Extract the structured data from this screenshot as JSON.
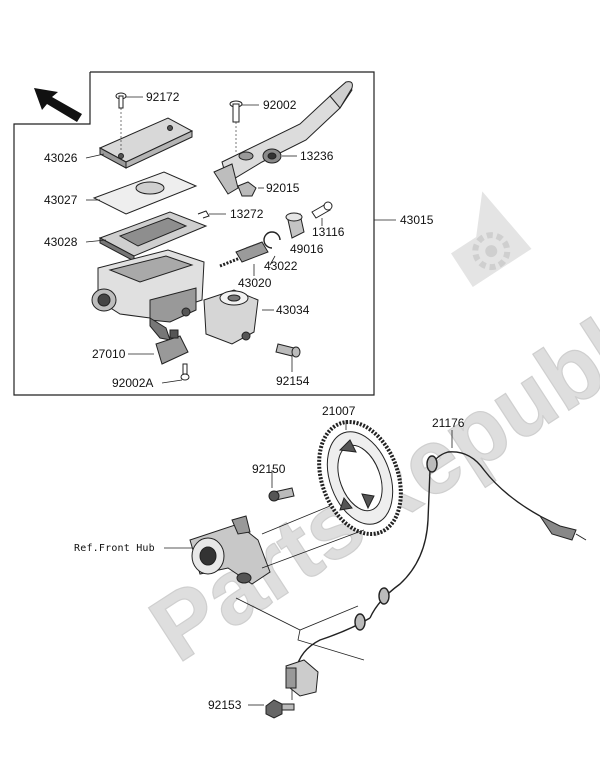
{
  "watermark": {
    "text": "PartsRepublik",
    "color": "#d9d9d9"
  },
  "labels": {
    "p92172": "92172",
    "p92002": "92002",
    "p43026": "43026",
    "p13236": "13236",
    "p43027": "43027",
    "p92015": "92015",
    "p13272": "13272",
    "p13116": "13116",
    "p43015": "43015",
    "p43028": "43028",
    "p49016": "49016",
    "p43022": "43022",
    "p43020": "43020",
    "p43034": "43034",
    "p27010": "27010",
    "p92002A": "92002A",
    "p92154": "92154",
    "p21007": "21007",
    "p21176": "21176",
    "p92150": "92150",
    "ref_front_hub": "Ref.Front Hub",
    "p92153": "92153"
  },
  "icons": {
    "direction_arrow": "front-direction-arrow-icon",
    "gear_watermark": "gear-icon"
  }
}
